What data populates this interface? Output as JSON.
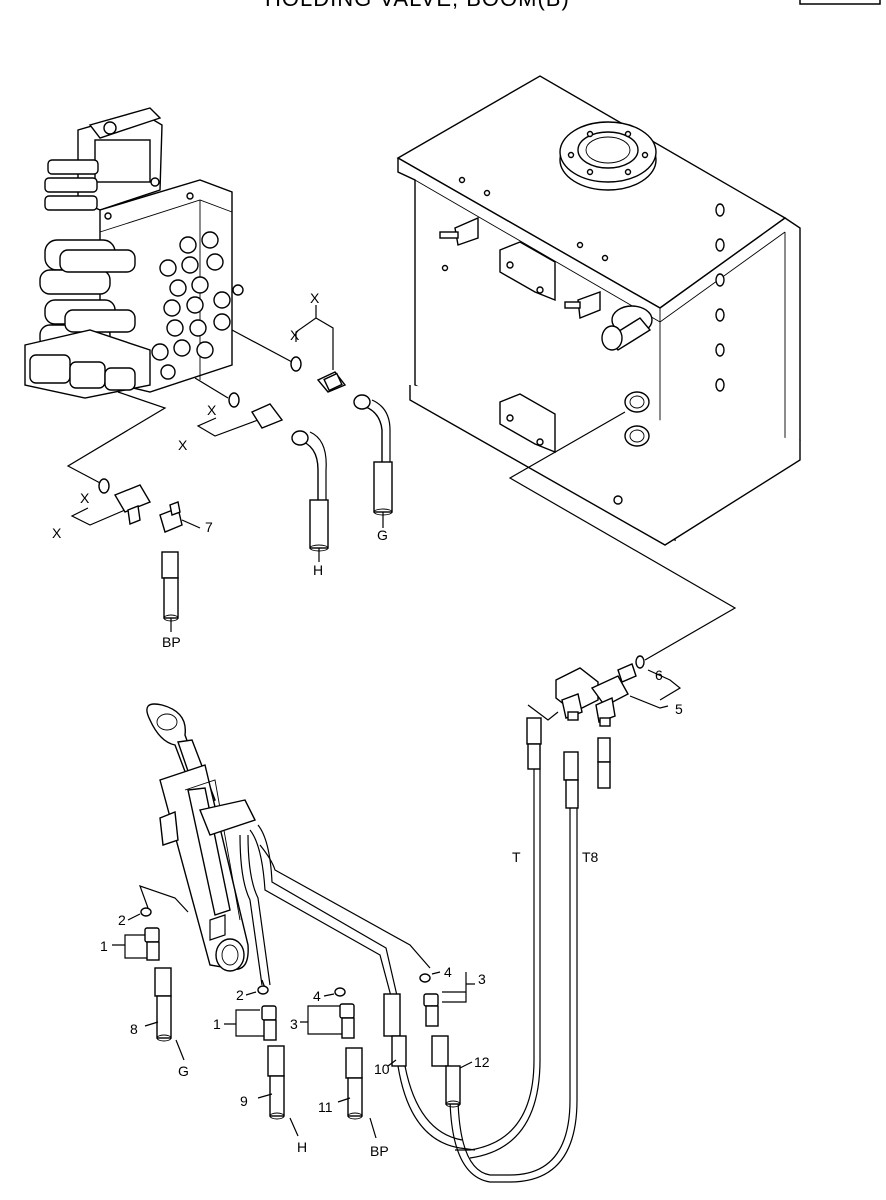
{
  "title": "HOLDING VALVE, BOOM(B)",
  "callouts": {
    "x_labels": [
      "X",
      "X",
      "X",
      "X",
      "X",
      "X"
    ],
    "ports": {
      "g_top": "G",
      "h_top": "H",
      "bp_top": "BP",
      "t": "T",
      "t8": "T8",
      "g_bot": "G",
      "h_bot": "H",
      "bp_bot": "BP"
    },
    "numbers": {
      "n7": "7",
      "n6": "6",
      "n5": "5",
      "n2a": "2",
      "n1a": "1",
      "n8": "8",
      "n2b": "2",
      "n1b": "1",
      "n9": "9",
      "n4a": "4",
      "n3a": "3",
      "n11": "11",
      "n10": "10",
      "n4b": "4",
      "n3b": "3",
      "n12": "12"
    }
  }
}
